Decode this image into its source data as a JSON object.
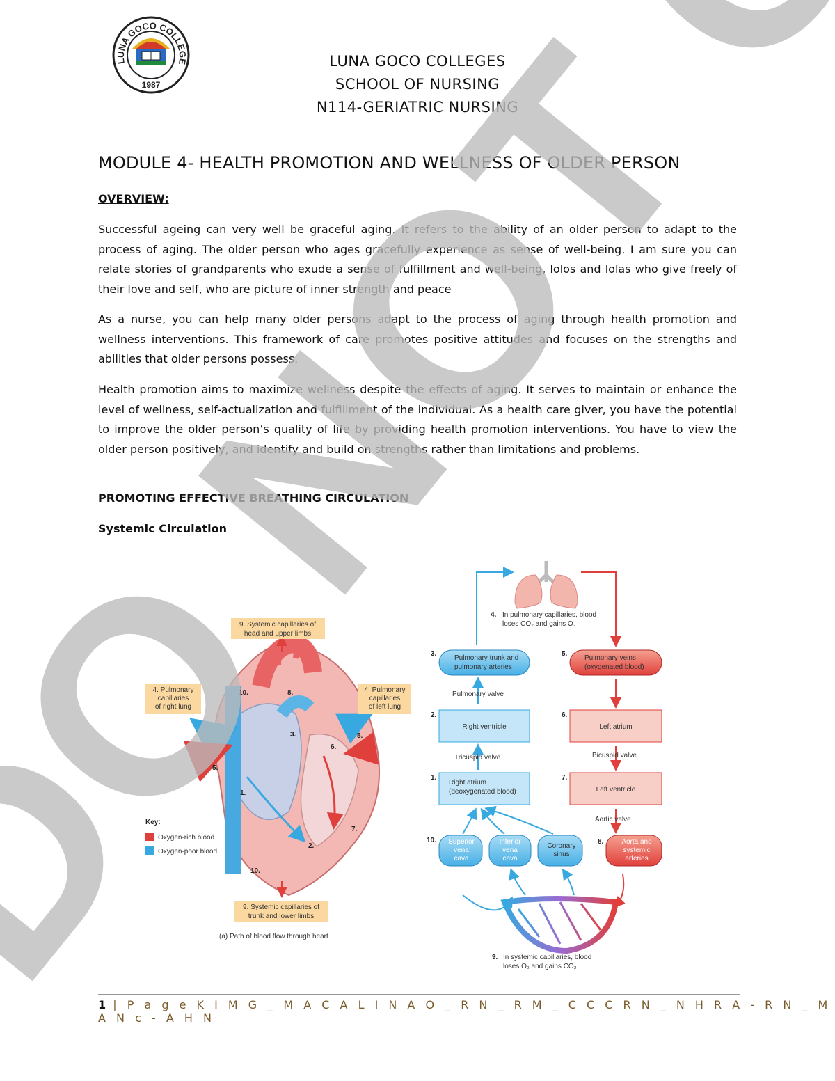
{
  "logo": {
    "ring_text": "LUNA GOCO COLLEGES",
    "year": "1987"
  },
  "header": {
    "line1": "LUNA GOCO COLLEGES",
    "line2": "SCHOOL OF NURSING",
    "line3": "N114-GERIATRIC NURSING"
  },
  "module_title": "MODULE 4- HEALTH PROMOTION AND WELLNESS OF OLDER PERSON",
  "overview_heading": "OVERVIEW:",
  "paragraphs": [
    "Successful ageing can very well be graceful aging. It refers to the ability of an older person to adapt to the process of aging. The older person who ages gracefully experience as sense of well-being. I am sure you can relate stories of grandparents who exude a sense of fulfillment and well-being, lolos and lolas who give freely of their love and self, who are picture of inner strength and peace",
    "As a nurse, you can help many older persons adapt to the process of aging through health promotion and wellness interventions. This framework of care promotes positive attitudes and focuses on the strengths and abilities that older persons possess.",
    "Health promotion aims to maximize wellness despite the effects of aging. It serves to maintain or enhance the level of wellness, self-actualization and fulfillment of the individual. As a health care giver, you have the potential to improve the older person’s quality of life by providing health promotion interventions. You have to view the older person positively, and identify and build on strengths rather than limitations and problems."
  ],
  "section_heading": "PROMOTING EFFECTIVE BREATHING CIRCULATION",
  "subsection_heading": "Systemic Circulation",
  "figure": {
    "heart": {
      "label_9_top": [
        "9. Systemic capillaries of",
        "head and upper limbs"
      ],
      "label_4_right": [
        "4. Pulmonary",
        "capillaries",
        "of right lung"
      ],
      "label_4_left": [
        "4. Pulmonary",
        "capillaries",
        "of left lung"
      ],
      "label_9_bottom": [
        "9. Systemic capillaries of",
        "trunk and lower limbs"
      ],
      "key_title": "Key:",
      "key_red": "Oxygen-rich blood",
      "key_blue": "Oxygen-poor blood",
      "caption": "(a) Path of blood flow through heart",
      "numbers": [
        "10.",
        "8.",
        "3.",
        "5.",
        "6.",
        "5.",
        "1.",
        "2.",
        "7.",
        "10."
      ]
    },
    "flow": {
      "step4": [
        "4.",
        "In pulmonary capillaries, blood",
        "loses CO₂ and gains O₂"
      ],
      "step3": [
        "3.",
        "Pulmonary trunk and",
        "pulmonary arteries"
      ],
      "step5": [
        "5.",
        "Pulmonary veins",
        "(oxygenated blood)"
      ],
      "pulmonary_valve": "Pulmonary valve",
      "step2": [
        "2.",
        "Right ventricle"
      ],
      "step6": [
        "6.",
        "Left atrium"
      ],
      "tricuspid_valve": "Tricuspid valve",
      "bicuspid_valve": "Bicuspid valve",
      "step1": [
        "1.",
        "Right atrium",
        "(deoxygenated blood)"
      ],
      "step7": [
        "7.",
        "Left ventricle"
      ],
      "aortic_valve": "Aortic valve",
      "step10": [
        "10.",
        "Superior",
        "vena",
        "cava"
      ],
      "inferior": [
        "Inferior",
        "vena",
        "cava"
      ],
      "coronary": [
        "Coronary",
        "sinus"
      ],
      "step8": [
        "8.",
        "Aorta and",
        "systemic",
        "arteries"
      ],
      "step9": [
        "9.",
        "In systemic capillaries, blood",
        "loses O₂ and gains CO₂"
      ]
    }
  },
  "footer": {
    "page_number": "1",
    "text": "| P a g e  K I M G _ M A C A L I N A O _ R N _ R M _ C C C R N _ N H R A - R N _ M A N c - A H N"
  },
  "watermark": "DO NOT COPY",
  "colors": {
    "oxygen_rich": "#e0403c",
    "oxygen_poor": "#38a8e0",
    "watermark": "#bbbbbb",
    "label_box": "#fbd8a0"
  }
}
